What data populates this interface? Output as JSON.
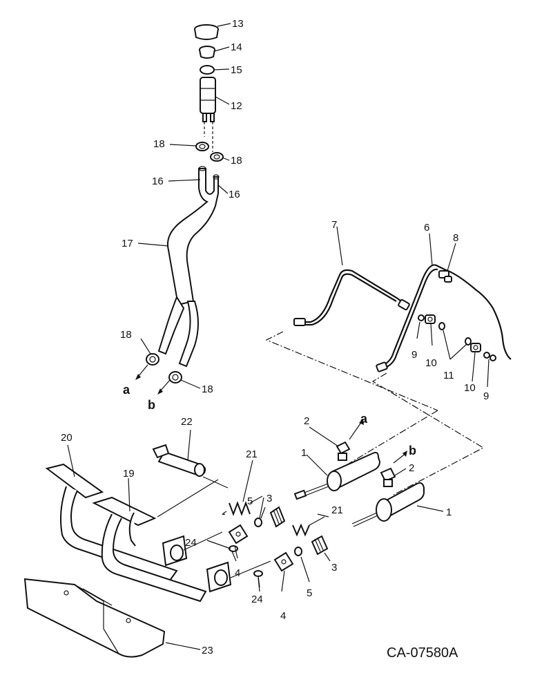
{
  "labels": {
    "l1a": "1",
    "l1b": "1",
    "l2a": "2",
    "l2b": "2",
    "l3a": "3",
    "l3b": "3",
    "l4a": "4",
    "l4b": "4",
    "l5a": "5",
    "l5b": "5",
    "l6": "6",
    "l7": "7",
    "l8": "8",
    "l9a": "9",
    "l9b": "9",
    "l10a": "10",
    "l10b": "10",
    "l11": "11",
    "l12": "12",
    "l13": "13",
    "l14": "14",
    "l15": "15",
    "l16a": "16",
    "l16b": "16",
    "l17": "17",
    "l18a": "18",
    "l18b": "18",
    "l18c": "18",
    "l18d": "18",
    "l19": "19",
    "l20": "20",
    "l21a": "21",
    "l21b": "21",
    "l22": "22",
    "l23": "23",
    "l24a": "24",
    "l24b": "24"
  },
  "letters": {
    "a1": "a",
    "b1": "b",
    "a2": "a",
    "b2": "b"
  },
  "figure_code": "CA-07580A",
  "colors": {
    "ink": "#111111",
    "paper": "#ffffff"
  }
}
